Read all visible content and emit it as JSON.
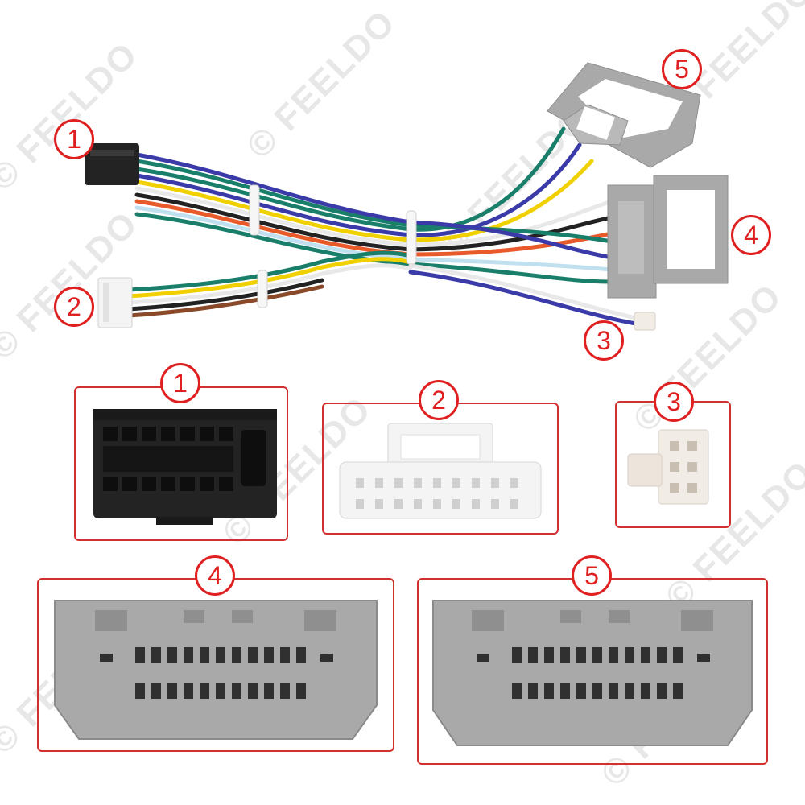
{
  "watermark": {
    "text": "© FEELDO",
    "color": "#a0a0a0"
  },
  "accent_color": "#e02020",
  "callouts": {
    "top": [
      "1",
      "2",
      "3",
      "4",
      "5"
    ],
    "detail": [
      "1",
      "2",
      "3",
      "4",
      "5"
    ]
  },
  "connectors": [
    {
      "id": "1",
      "color": "#232323",
      "icon": "black-16-pin-connector"
    },
    {
      "id": "2",
      "color": "#f4f4f4",
      "icon": "white-20-pin-connector"
    },
    {
      "id": "3",
      "color": "#f2ece6",
      "icon": "small-white-6-pin-connector"
    },
    {
      "id": "4",
      "color": "#a9a9a9",
      "icon": "grey-24-pin-connector"
    },
    {
      "id": "5",
      "color": "#a9a9a9",
      "icon": "grey-24-pin-connector"
    }
  ],
  "wire_colors": [
    "#1a7f6a",
    "#3a3aa8",
    "#f0d000",
    "#e8e8e8",
    "#222222",
    "#e85a2a",
    "#c0e0f0",
    "#8a4a2a"
  ]
}
